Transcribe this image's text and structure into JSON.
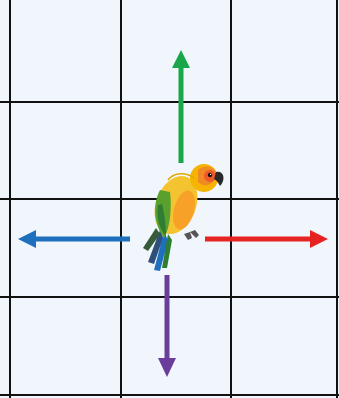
{
  "grid": {
    "rows": 4,
    "columns": 3,
    "background_color": "#f1f6fc",
    "line_color": "#111111"
  },
  "center_object": {
    "icon": "parrot-icon"
  },
  "arrows": [
    {
      "direction": "up",
      "color": "#1aa64a"
    },
    {
      "direction": "right",
      "color": "#e52421"
    },
    {
      "direction": "down",
      "color": "#6a3d9a"
    },
    {
      "direction": "left",
      "color": "#1f6fbf"
    }
  ]
}
